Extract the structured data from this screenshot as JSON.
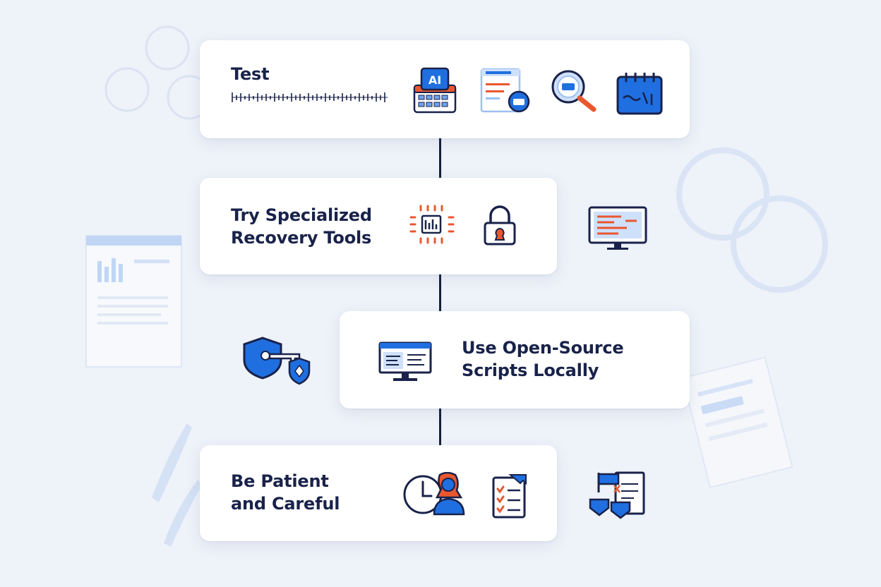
{
  "steps": [
    {
      "title": "Test"
    },
    {
      "title": "Try Specialized\nRecovery Tools"
    },
    {
      "title": "Use Open-Source\nScripts Locally"
    },
    {
      "title": "Be Patient\nand Careful"
    }
  ],
  "icons": {
    "ai_label": "AI"
  },
  "colors": {
    "navy": "#19224a",
    "blue": "#1f6fe0",
    "light_blue": "#cfe0fb",
    "orange": "#e9572f",
    "background": "#eef2f9"
  }
}
